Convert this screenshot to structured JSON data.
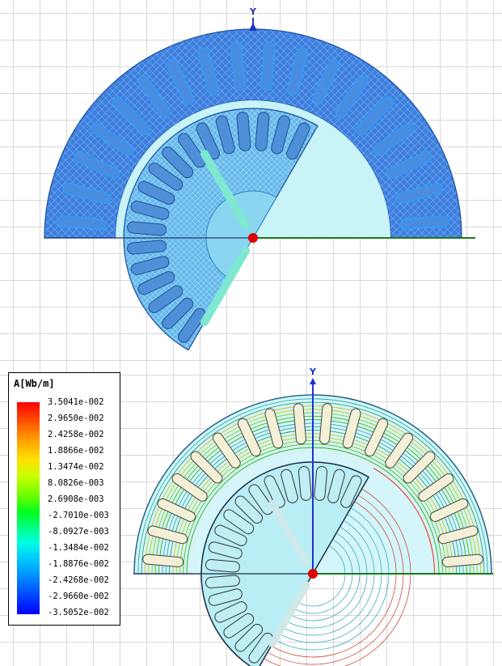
{
  "top_view": {
    "axis_label": "Y"
  },
  "bottom_view": {
    "axis_label": "Y",
    "legend": {
      "title": "A[Wb/m]",
      "values": [
        "3.5041e-002",
        "2.9650e-002",
        "2.4258e-002",
        "1.8866e-002",
        "1.3474e-002",
        "8.0826e-003",
        "2.6908e-003",
        "-2.7010e-003",
        "-8.0927e-003",
        "-1.3484e-002",
        "-1.8876e-002",
        "-2.4268e-002",
        "-2.9660e-002",
        "-3.5052e-002"
      ],
      "max_color": "#ff0000",
      "min_color": "#0000ff"
    }
  },
  "colors": {
    "mesh_stator": "#3d7fdc",
    "mesh_rotor": "#66b8e8",
    "airgap_region": "#c8f4f8",
    "axis": "#1a7a1a",
    "origin_marker": "#dd0000",
    "grid": "#d8d8d8"
  }
}
